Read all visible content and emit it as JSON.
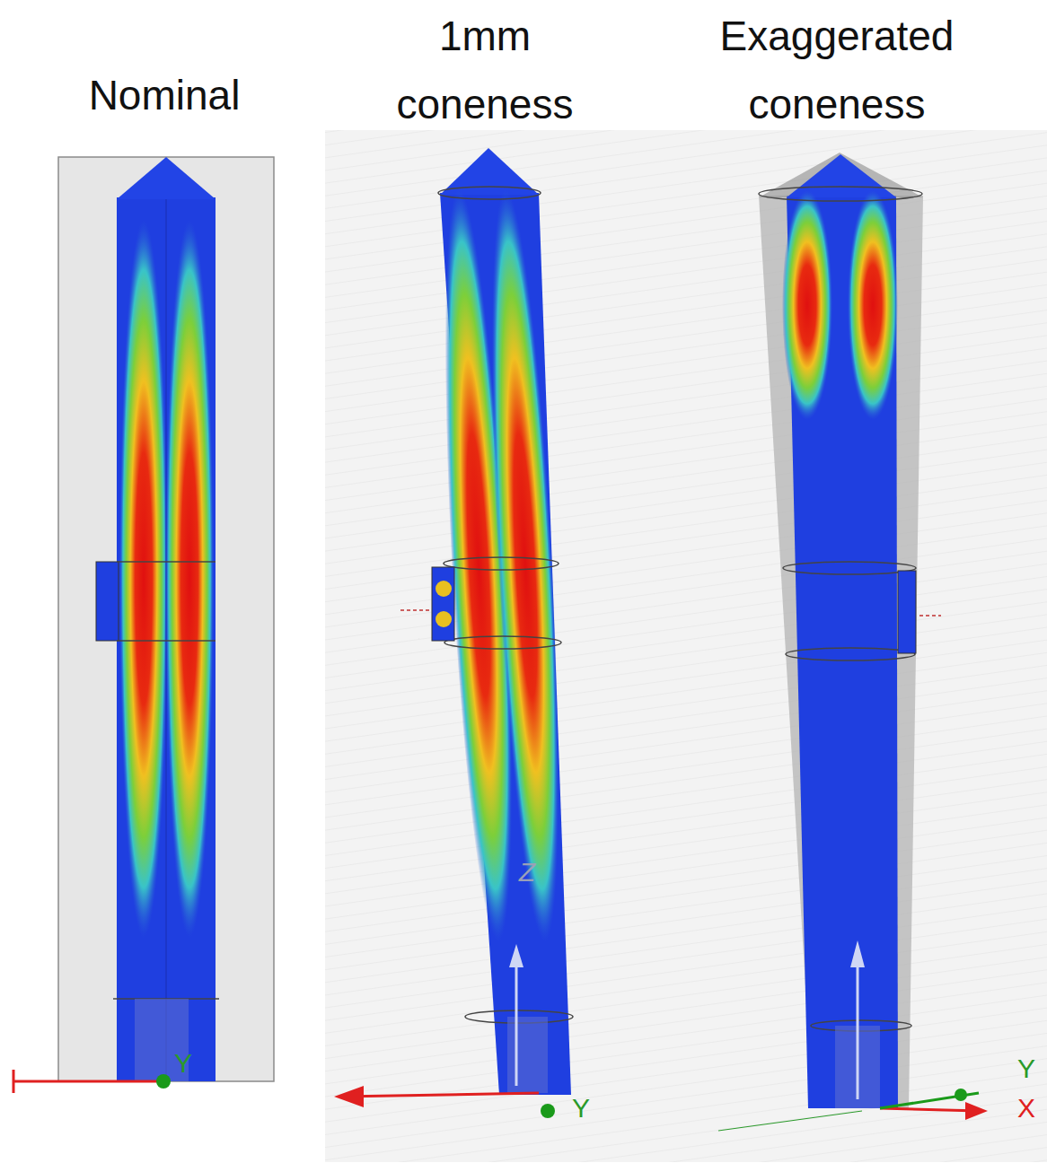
{
  "diagram": {
    "labels": [
      "Nominal",
      "1mm coneness",
      "Exaggerated coneness",
      "Y",
      "Z",
      "Y",
      "Y",
      "X"
    ]
  }
}
